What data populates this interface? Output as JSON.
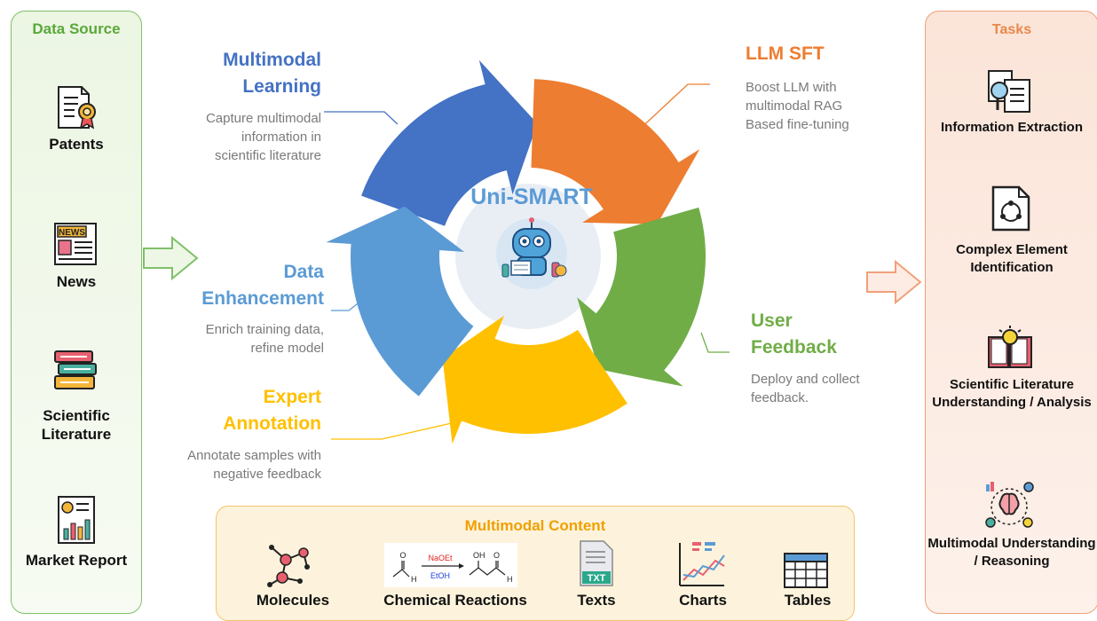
{
  "data_source": {
    "title": "Data Source",
    "items": [
      "Patents",
      "News",
      "Scientific Literature",
      "Market Report"
    ],
    "news_badge": "NEWS"
  },
  "tasks": {
    "title": "Tasks",
    "items": [
      "Information Extraction",
      "Complex Element Identification",
      "Scientific Literature Understanding / Analysis",
      "Multimodal Understanding / Reasoning"
    ]
  },
  "cycle": {
    "center": "Uni-SMART",
    "stages": [
      {
        "title_line1": "Multimodal",
        "title_line2": "Learning",
        "desc": [
          "Capture multimodal",
          "information in",
          "scientific literature"
        ],
        "color": "#4472c4"
      },
      {
        "title_line1": "LLM SFT",
        "title_line2": "",
        "desc": [
          "Boost LLM with",
          "multimodal RAG",
          "Based fine-tuning"
        ],
        "color": "#ed7d31"
      },
      {
        "title_line1": "User",
        "title_line2": "Feedback",
        "desc": [
          "Deploy and collect",
          "feedback."
        ],
        "color": "#70ad47"
      },
      {
        "title_line1": "Expert",
        "title_line2": "Annotation",
        "desc": [
          "Annotate samples with",
          "negative feedback"
        ],
        "color": "#ffc000"
      },
      {
        "title_line1": "Data",
        "title_line2": "Enhancement",
        "desc": [
          "Enrich training data,",
          "refine model"
        ],
        "color": "#5b9bd5"
      }
    ]
  },
  "multimodal_content": {
    "title": "Multimodal Content",
    "items": [
      "Molecules",
      "Chemical Reactions",
      "Texts",
      "Charts",
      "Tables"
    ],
    "reaction_reagent_top": "NaOEt",
    "reaction_reagent_bottom": "EtOH",
    "reaction_text": [
      "O",
      "H",
      "OH",
      "O",
      "H"
    ],
    "texts_badge": "TXT"
  },
  "colors": {
    "green_panel": "#7fc06a",
    "orange_panel": "#f0a07a",
    "yellow_panel": "#f2c46a",
    "green_title": "#5aa83a",
    "orange_title": "#e8884a",
    "bottom_title": "#f0a000"
  }
}
